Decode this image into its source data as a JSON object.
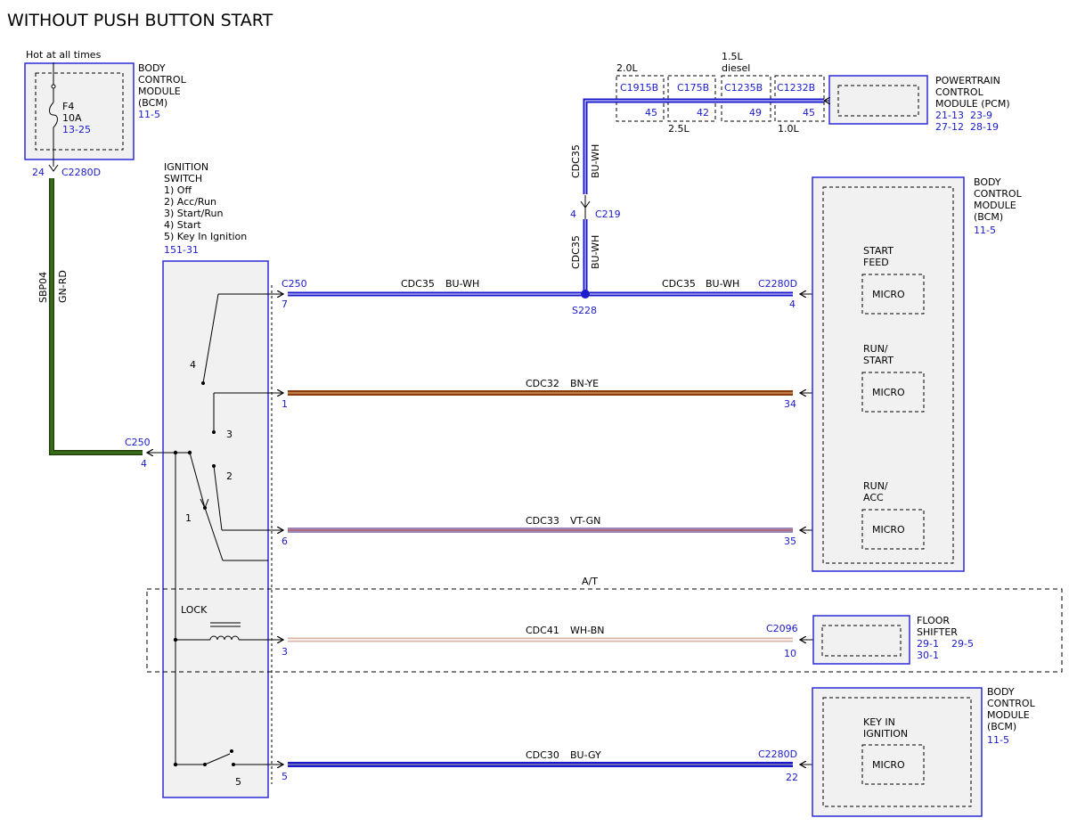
{
  "title": "WITHOUT PUSH BUTTON START",
  "colors": {
    "module_border": "#2b2bd6",
    "module_fill": "#f1f1f1",
    "ref_text": "#1a1acc",
    "wire_bu_wh": "#1a1acc",
    "wire_gn_rd": "#2f5e14",
    "wire_bn_ye": "#b35a1f",
    "wire_vt_gn": "#8a7aa6",
    "wire_wh_bn": "#c99a86",
    "wire_bu_gy": "#1a1acc"
  },
  "fuse_module": {
    "hot_label": "Hot at all times",
    "name_lines": [
      "BODY",
      "CONTROL",
      "MODULE",
      "(BCM)"
    ],
    "ref": "11-5",
    "fuse_name": "F4",
    "fuse_rating": "10A",
    "fuse_ref": "13-25",
    "pin": "24",
    "connector": "C2280D"
  },
  "feed_wire": {
    "circuit": "SBP04",
    "color": "GN-RD"
  },
  "ignition_switch": {
    "lines": [
      "IGNITION",
      "SWITCH",
      "1) Off",
      "2) Acc/Run",
      "3) Start/Run",
      "4) Start",
      "5) Key In Ignition"
    ],
    "ref": "151-31",
    "input_connector": "C250",
    "input_pin": "4",
    "positions": [
      "1",
      "2",
      "3",
      "4",
      "5"
    ],
    "lock_label": "LOCK"
  },
  "pcm": {
    "name_lines": [
      "POWERTRAIN",
      "CONTROL",
      "MODULE (PCM)"
    ],
    "refs": [
      "21-13",
      "23-9",
      "27-12",
      "28-19"
    ],
    "variants": [
      {
        "engine": "2.0L",
        "connector": "C1915B",
        "pin": "45"
      },
      {
        "engine": "2.5L",
        "connector": "C175B",
        "pin": "42"
      },
      {
        "engine": "1.5L diesel",
        "connector": "C1235B",
        "pin": "49"
      },
      {
        "engine": "1.0L",
        "connector": "C1232B",
        "pin": "45"
      }
    ],
    "engine_labels": [
      "2.0L",
      "1.5L",
      "diesel",
      "2.5L",
      "1.0L"
    ]
  },
  "vertical_wire": {
    "circuit": "CDC35",
    "color": "BU-WH",
    "inline_connector": "C219",
    "inline_pin": "4",
    "splice": "S228"
  },
  "bcm_main": {
    "name_lines": [
      "BODY",
      "CONTROL",
      "MODULE",
      "(BCM)"
    ],
    "ref": "11-5",
    "inputs": [
      {
        "label_lines": [
          "START",
          "FEED"
        ],
        "micro": "MICRO"
      },
      {
        "label_lines": [
          "RUN/",
          "START"
        ],
        "micro": "MICRO"
      },
      {
        "label_lines": [
          "RUN/",
          "ACC"
        ],
        "micro": "MICRO"
      }
    ]
  },
  "floor_shifter": {
    "name_lines": [
      "FLOOR",
      "SHIFTER"
    ],
    "refs": [
      "29-1",
      "29-5",
      "30-1"
    ],
    "connector": "C2096",
    "pin": "10"
  },
  "bcm_key": {
    "name_lines": [
      "BODY",
      "CONTROL",
      "MODULE",
      "(BCM)"
    ],
    "ref": "11-5",
    "label_lines": [
      "KEY IN",
      "IGNITION"
    ],
    "micro": "MICRO"
  },
  "at_label": "A/T",
  "wires": [
    {
      "circuit": "CDC35",
      "color": "BU-WH",
      "left_connector": "C250",
      "left_pin": "7",
      "mid_circuit": "CDC35",
      "mid_color": "BU-WH",
      "right_connector": "C2280D",
      "right_pin": "4"
    },
    {
      "circuit": "CDC32",
      "color": "BN-YE",
      "left_pin": "1",
      "right_pin": "34"
    },
    {
      "circuit": "CDC33",
      "color": "VT-GN",
      "left_pin": "6",
      "right_pin": "35"
    },
    {
      "circuit": "CDC41",
      "color": "WH-BN",
      "left_pin": "3",
      "right_pin": "10"
    },
    {
      "circuit": "CDC30",
      "color": "BU-GY",
      "left_pin": "5",
      "right_connector": "C2280D",
      "right_pin": "22"
    }
  ]
}
